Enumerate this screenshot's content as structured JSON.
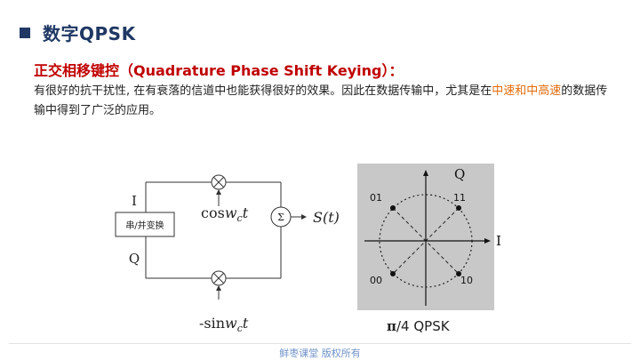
{
  "header": {
    "title": "数字QPSK"
  },
  "content": {
    "subheading": "正交相移键控（Quadrature Phase Shift Keying）：",
    "para_part1": "有很好的抗干扰性, 在有衰落的信道中也能获得很好的效果。因此在数据传输中，尤其是在",
    "para_highlight": "中速和中高速",
    "para_part2": "的数据传输中得到了广泛的应用。"
  },
  "modulator": {
    "i_label": "I",
    "q_label": "Q",
    "converter_label": "串/并变换",
    "sigma_label": "Σ",
    "output_label": "S(t)",
    "cos_carrier": {
      "prefix": "cos",
      "var": "w",
      "sub": "c",
      "suffix": "t"
    },
    "sin_carrier": {
      "prefix": "-sin",
      "var": "w",
      "sub": "c",
      "suffix": "t"
    }
  },
  "constellation": {
    "axis_i": "I",
    "axis_q": "Q",
    "points": [
      "01",
      "11",
      "00",
      "10"
    ],
    "background": "#c8c8c8"
  },
  "caption": {
    "pi": "π",
    "text": "/4 QPSK"
  },
  "footer": {
    "text": "鲜枣课堂  版权所有"
  },
  "colors": {
    "title": "#1f3864",
    "subheading": "#c00000",
    "highlight": "#e46c0a",
    "footer": "#6f92c8"
  }
}
